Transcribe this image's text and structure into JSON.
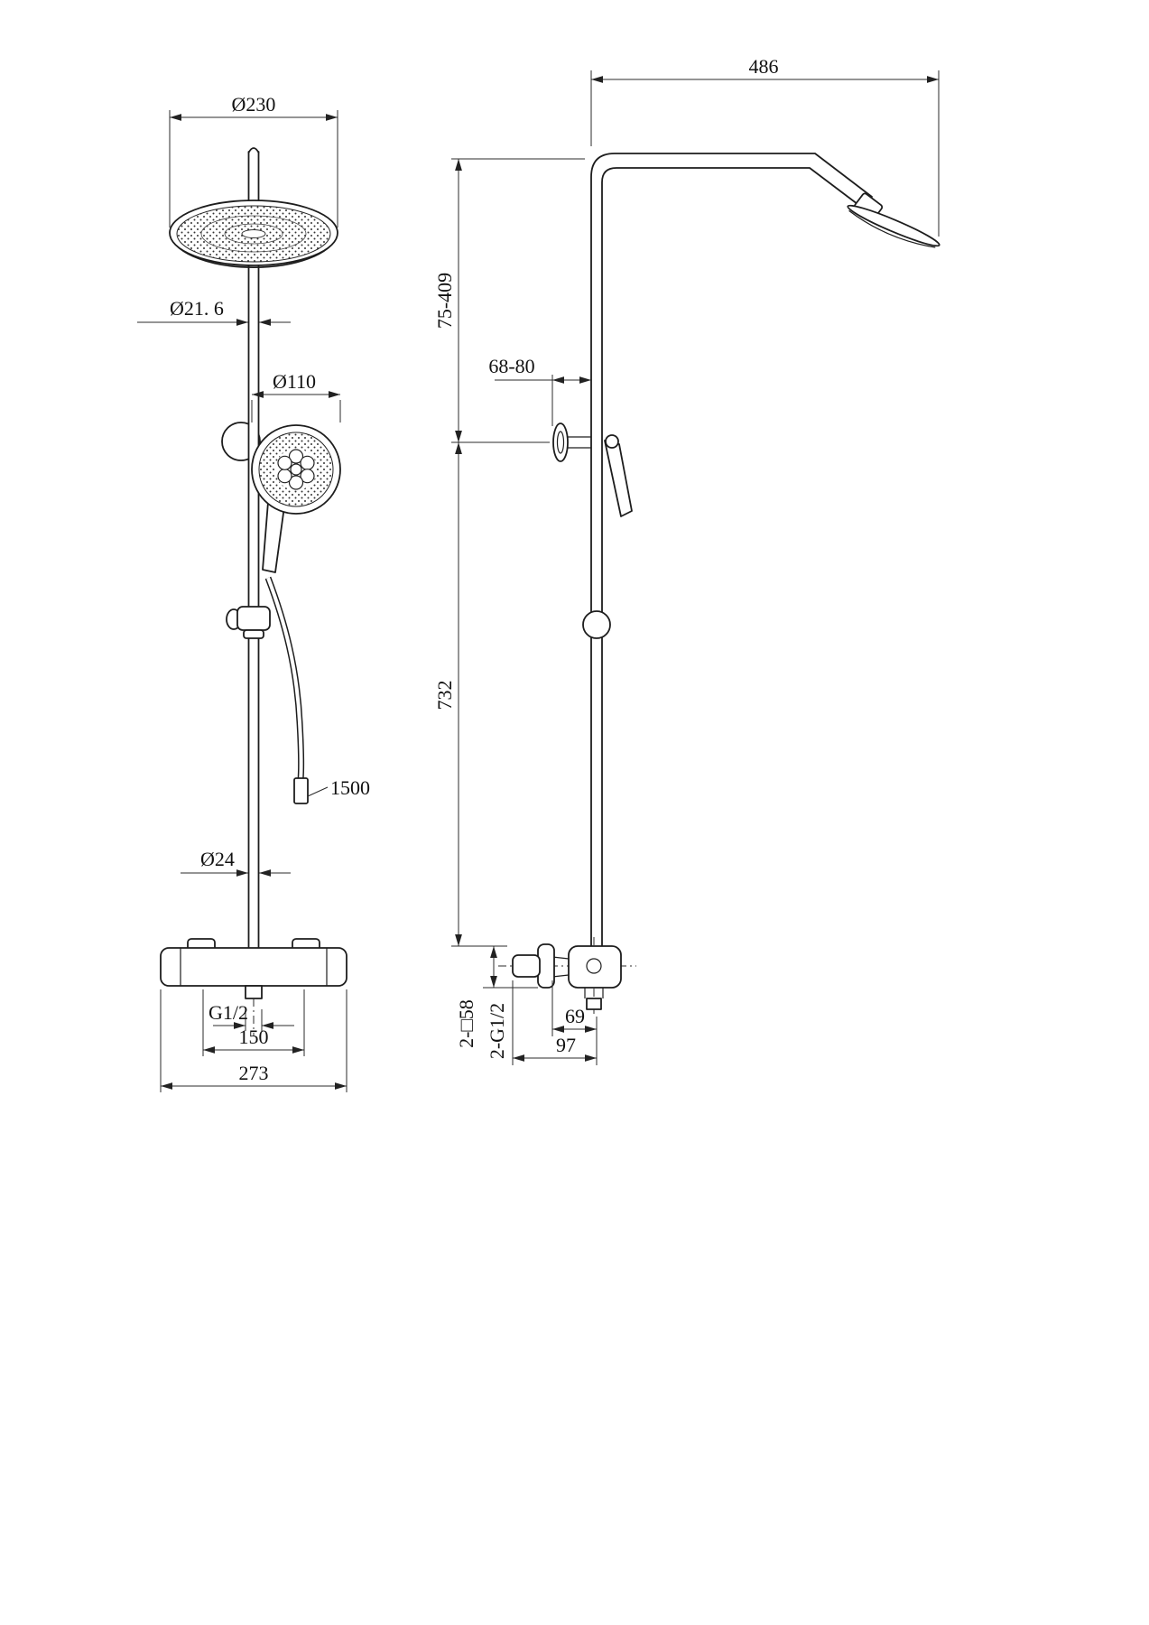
{
  "drawing_title": "Shower column technical drawing",
  "front_view": {
    "head_diameter": "Ø230",
    "upper_pipe_diameter": "Ø21. 6",
    "hand_shower_diameter": "Ø110",
    "hose_length": "1500",
    "column_diameter": "Ø24",
    "outlet_thread": "G1/2",
    "union_spacing": "150",
    "body_width": "273"
  },
  "side_view": {
    "arm_reach": "486",
    "head_height_range": "75-409",
    "bracket_clearance": "68-80",
    "column_height": "732",
    "escutcheon_size": "2-□58",
    "connection_thread": "2-G1/2",
    "handle_projection": "69",
    "valve_projection": "97"
  }
}
